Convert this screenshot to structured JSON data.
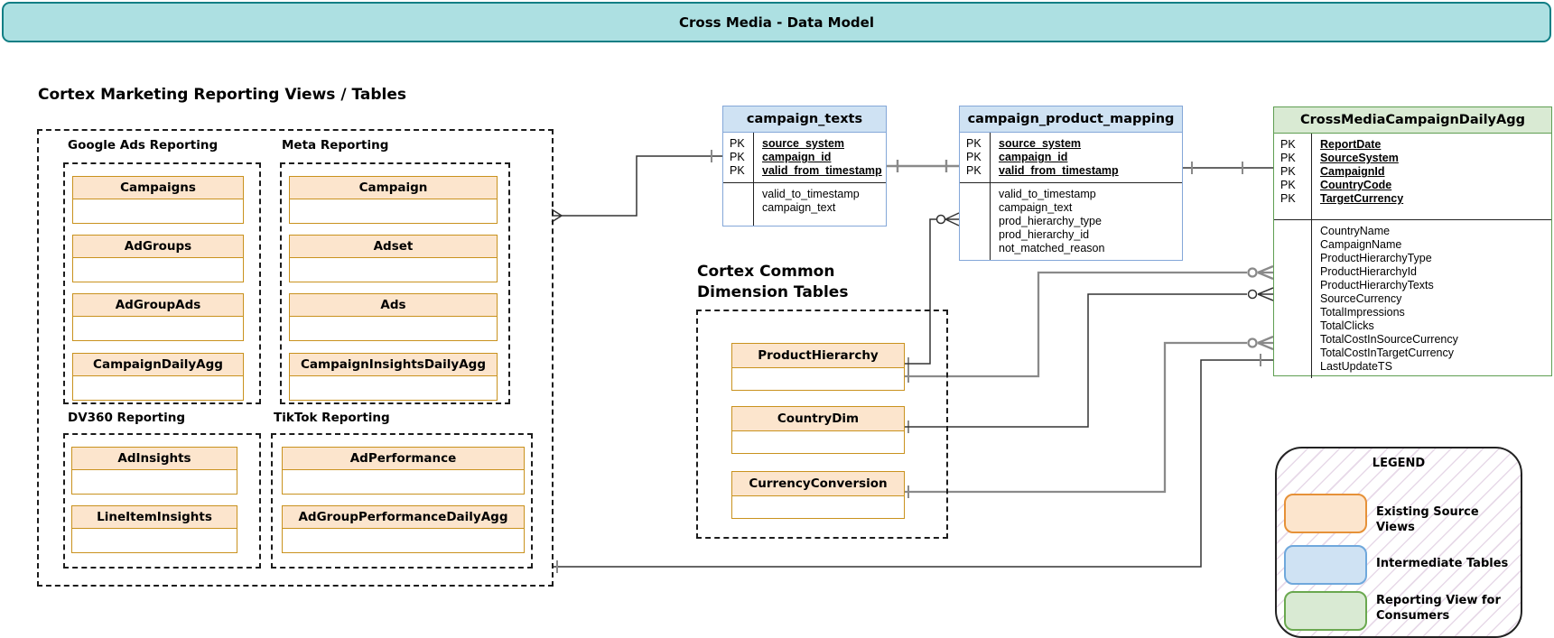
{
  "banner": {
    "title": "Cross Media - Data Model"
  },
  "pk_label": "PK",
  "left_section": {
    "title": "Cortex Marketing Reporting Views / Tables",
    "groups": [
      {
        "label": "Google Ads Reporting",
        "tables": [
          "Campaigns",
          "AdGroups",
          "AdGroupAds",
          "CampaignDailyAgg"
        ]
      },
      {
        "label": "Meta Reporting",
        "tables": [
          "Campaign",
          "Adset",
          "Ads",
          "CampaignInsightsDailyAgg"
        ]
      },
      {
        "label": "DV360 Reporting",
        "tables": [
          "AdInsights",
          "LineItemInsights"
        ]
      },
      {
        "label": "TikTok Reporting",
        "tables": [
          "AdPerformance",
          "AdGroupPerformanceDailyAgg"
        ]
      }
    ]
  },
  "dimension_section": {
    "title_line1": "Cortex Common",
    "title_line2": "Dimension Tables",
    "tables": [
      "ProductHierarchy",
      "CountryDim",
      "CurrencyConversion"
    ]
  },
  "entities": {
    "campaign_texts": {
      "title": "campaign_texts",
      "pk_fields": [
        "source_system",
        "campaign_id",
        "valid_from_timestamp"
      ],
      "fields": [
        "valid_to_timestamp",
        "campaign_text"
      ]
    },
    "campaign_product_mapping": {
      "title": "campaign_product_mapping",
      "pk_fields": [
        "source_system",
        "campaign_id",
        "valid_from_timestamp"
      ],
      "fields": [
        "valid_to_timestamp",
        "campaign_text",
        "prod_hierarchy_type",
        "prod_hierarchy_id",
        "not_matched_reason"
      ]
    },
    "cross_media": {
      "title": "CrossMediaCampaignDailyAgg",
      "pk_fields": [
        "ReportDate",
        "SourceSystem",
        "CampaignId",
        "CountryCode",
        "TargetCurrency"
      ],
      "fields": [
        "CountryName",
        "CampaignName",
        "ProductHierarchyType",
        "ProductHierarchyId",
        "ProductHierarchyTexts",
        "SourceCurrency",
        "TotalImpressions",
        "TotalClicks",
        "TotalCostInSourceCurrency",
        "TotalCostInTargetCurrency",
        "LastUpdateTS"
      ]
    }
  },
  "legend": {
    "title": "LEGEND",
    "items": [
      {
        "label": "Existing Source Views",
        "fill": "#fce5cd",
        "border": "#e69138"
      },
      {
        "label": "Intermediate Tables",
        "fill": "#cfe2f3",
        "border": "#6fa8dc"
      },
      {
        "label": "Reporting View for Consumers",
        "fill": "#d9ead3",
        "border": "#6aa84f"
      }
    ]
  },
  "colors": {
    "banner_fill": "#ade0e2",
    "banner_border": "#0f7e84",
    "source_fill": "#fce5cd",
    "source_border": "#c9921e",
    "intermediate_fill": "#cfe2f3",
    "intermediate_border": "#84a7d8",
    "reporting_fill": "#d9ead3",
    "reporting_border": "#5f9e52"
  }
}
